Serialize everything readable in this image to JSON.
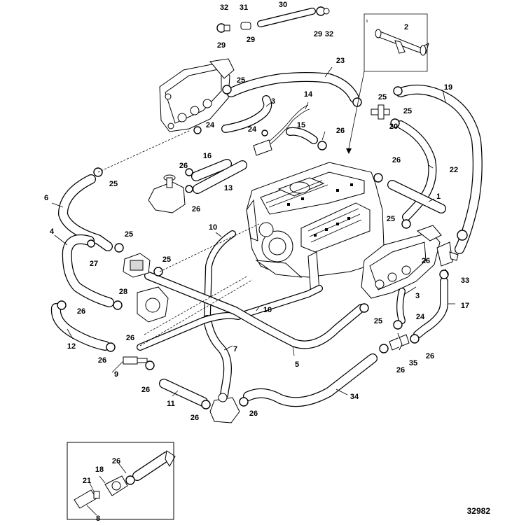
{
  "figure_number": "32982",
  "callouts": [
    {
      "id": "c32a",
      "text": "32"
    },
    {
      "id": "c31",
      "text": "31"
    },
    {
      "id": "c30",
      "text": "30"
    },
    {
      "id": "c29a",
      "text": "29"
    },
    {
      "id": "c29b",
      "text": "29"
    },
    {
      "id": "c29c",
      "text": "29"
    },
    {
      "id": "c32b",
      "text": "32"
    },
    {
      "id": "c2",
      "text": "2"
    },
    {
      "id": "c23",
      "text": "23"
    },
    {
      "id": "c25a",
      "text": "25"
    },
    {
      "id": "c3a",
      "text": "3"
    },
    {
      "id": "c14",
      "text": "14"
    },
    {
      "id": "c24a",
      "text": "24"
    },
    {
      "id": "c24b",
      "text": "24"
    },
    {
      "id": "c15",
      "text": "15"
    },
    {
      "id": "c26a",
      "text": "26"
    },
    {
      "id": "c25b",
      "text": "25"
    },
    {
      "id": "c25c",
      "text": "25"
    },
    {
      "id": "c20",
      "text": "20"
    },
    {
      "id": "c19",
      "text": "19"
    },
    {
      "id": "c22",
      "text": "22"
    },
    {
      "id": "c26b",
      "text": "26"
    },
    {
      "id": "c16",
      "text": "16"
    },
    {
      "id": "c26c",
      "text": "26"
    },
    {
      "id": "c13",
      "text": "13"
    },
    {
      "id": "c26d",
      "text": "26"
    },
    {
      "id": "c25d",
      "text": "25"
    },
    {
      "id": "c1",
      "text": "1"
    },
    {
      "id": "c6",
      "text": "6"
    },
    {
      "id": "c25e",
      "text": "25"
    },
    {
      "id": "c10a",
      "text": "10"
    },
    {
      "id": "c4",
      "text": "4"
    },
    {
      "id": "c25f",
      "text": "25"
    },
    {
      "id": "c27",
      "text": "27"
    },
    {
      "id": "c25g",
      "text": "25"
    },
    {
      "id": "c26e",
      "text": "26"
    },
    {
      "id": "c33",
      "text": "33"
    },
    {
      "id": "c28",
      "text": "28"
    },
    {
      "id": "c26f",
      "text": "26"
    },
    {
      "id": "c3b",
      "text": "3"
    },
    {
      "id": "c10b",
      "text": "10"
    },
    {
      "id": "c17",
      "text": "17"
    },
    {
      "id": "c25h",
      "text": "25"
    },
    {
      "id": "c24c",
      "text": "24"
    },
    {
      "id": "c12",
      "text": "12"
    },
    {
      "id": "c26g",
      "text": "26"
    },
    {
      "id": "c26h",
      "text": "26"
    },
    {
      "id": "c7",
      "text": "7"
    },
    {
      "id": "c5",
      "text": "5"
    },
    {
      "id": "c26i",
      "text": "26"
    },
    {
      "id": "c26j",
      "text": "26"
    },
    {
      "id": "c35",
      "text": "35"
    },
    {
      "id": "c9",
      "text": "9"
    },
    {
      "id": "c26k",
      "text": "26"
    },
    {
      "id": "c11",
      "text": "11"
    },
    {
      "id": "c26l",
      "text": "26"
    },
    {
      "id": "c26m",
      "text": "26"
    },
    {
      "id": "c34",
      "text": "34"
    },
    {
      "id": "c26n",
      "text": "26"
    },
    {
      "id": "c18",
      "text": "18"
    },
    {
      "id": "c21",
      "text": "21"
    },
    {
      "id": "c8",
      "text": "8"
    }
  ]
}
